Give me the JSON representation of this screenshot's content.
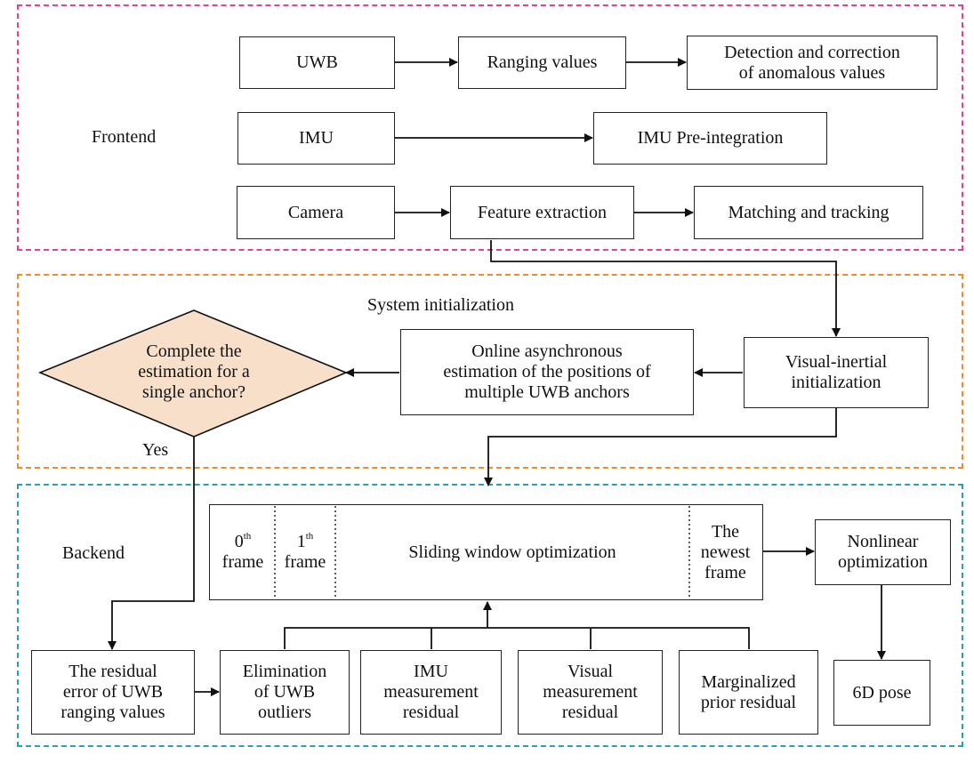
{
  "regions": {
    "frontend_label": "Frontend",
    "init_label": "System initialization",
    "backend_label": "Backend"
  },
  "frontend": {
    "uwb": "UWB",
    "ranging": "Ranging values",
    "anomaly_line1": "Detection and correction",
    "anomaly_line2": "of anomalous values",
    "imu": "IMU",
    "preint": "IMU Pre-integration",
    "camera": "Camera",
    "feature": "Feature extraction",
    "matching": "Matching and tracking"
  },
  "init": {
    "decision_line1": "Complete the",
    "decision_line2": "estimation for a",
    "decision_line3": "single anchor?",
    "online_line1": "Online asynchronous",
    "online_line2": "estimation of the positions of",
    "online_line3": "multiple UWB anchors",
    "vi_line1": "Visual-inertial",
    "vi_line2": "initialization",
    "yes": "Yes"
  },
  "backend": {
    "frame0_num": "0",
    "frame0_sup": "th",
    "frame1_num": "1",
    "frame1_sup": "th",
    "frame_word": "frame",
    "sliding": "Sliding window optimization",
    "newest_line1": "The",
    "newest_line2": "newest",
    "newest_line3": "frame",
    "nonlinear_line1": "Nonlinear",
    "nonlinear_line2": "optimization",
    "pose": "6D pose",
    "residual_line1": "The residual",
    "residual_line2": "error of UWB",
    "residual_line3": "ranging values",
    "elim_line1": "Elimination",
    "elim_line2": "of UWB",
    "elim_line3": "outliers",
    "imu_line1": "IMU",
    "imu_line2": "measurement",
    "imu_line3": "residual",
    "visual_line1": "Visual",
    "visual_line2": "measurement",
    "visual_line3": "residual",
    "marg_line1": "Marginalized",
    "marg_line2": "prior residual"
  },
  "colors": {
    "frontend_border": "#e0409e",
    "init_border": "#ef8c2b",
    "backend_border": "#2b9fb8",
    "decision_fill": "#f8dfc9"
  }
}
